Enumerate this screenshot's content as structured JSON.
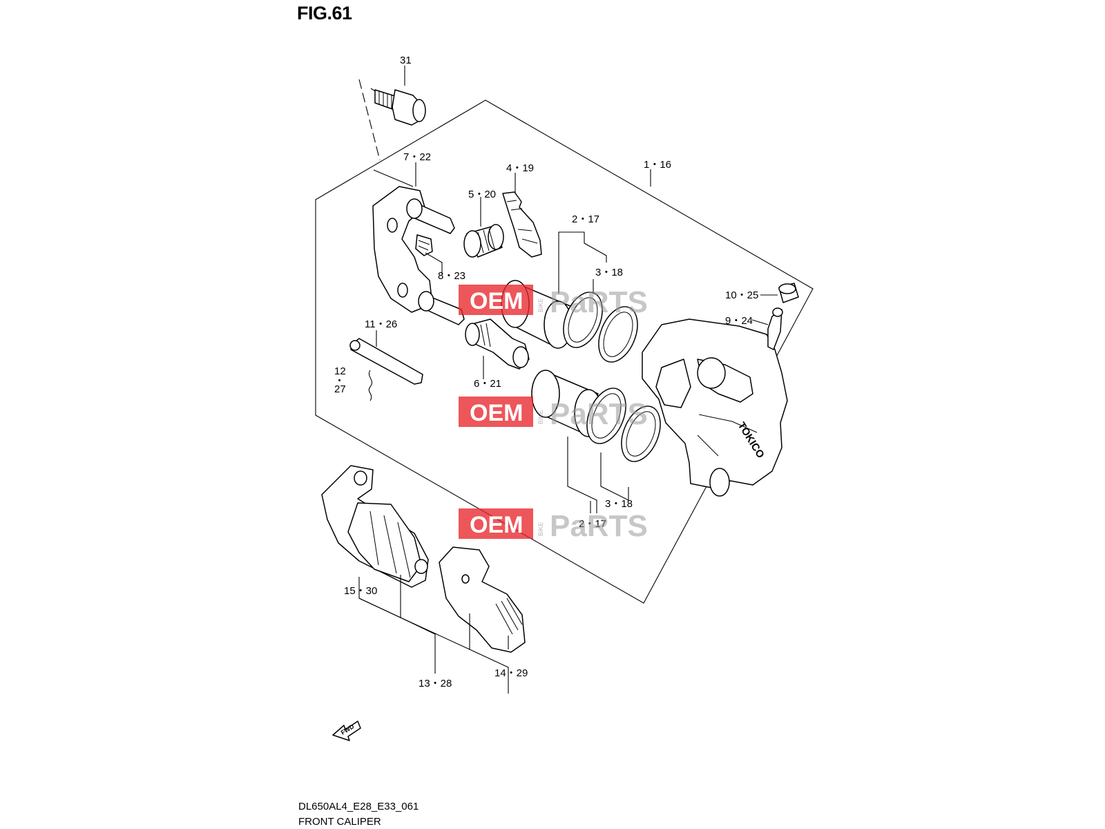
{
  "figure": {
    "title": "FIG.61",
    "code": "DL650AL4_E28_E33_061",
    "name": "FRONT CALIPER"
  },
  "callouts": {
    "c31": "31",
    "c7_22": "7・22",
    "c4_19": "4・19",
    "c5_20": "5・20",
    "c1_16": "1・16",
    "c2_17_top": "2・17",
    "c3_18_top": "3・18",
    "c8_23": "8・23",
    "c10_25": "10・25",
    "c9_24": "9・24",
    "c11_26": "11・26",
    "c12": "12",
    "c12_dot": "・",
    "c27": "27",
    "c6_21": "6・21",
    "c3_18_bottom": "3・18",
    "c2_17_bottom": "2・17",
    "c15_30": "15・30",
    "c13_28": "13・28",
    "c14_29": "14・29"
  },
  "caliper_brand": "TOKICO",
  "fwd_marker": "FWD",
  "watermark": {
    "oem": "OEM",
    "bike": "BIKE",
    "parts": "PaRTS"
  }
}
